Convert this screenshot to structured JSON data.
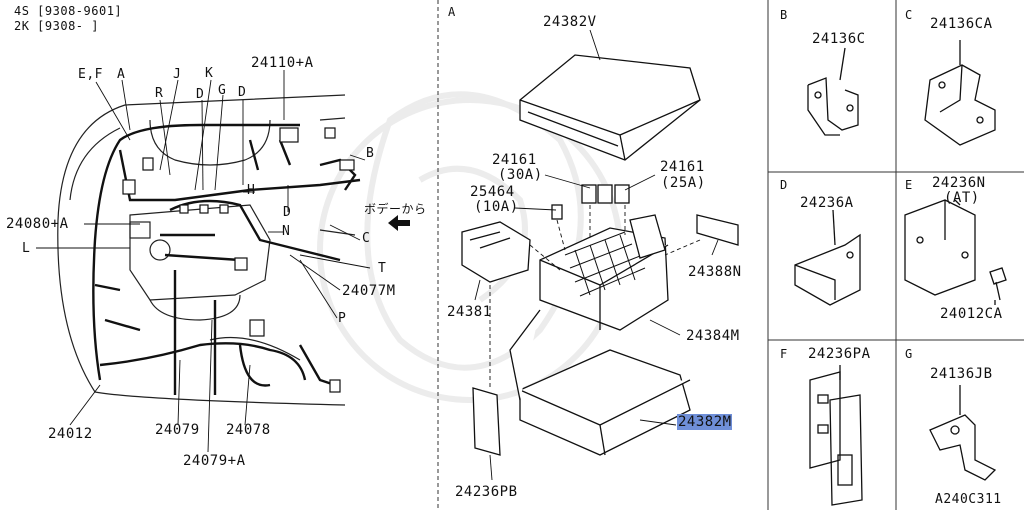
{
  "header": {
    "line1": "4S [9308-9601]",
    "line2": "2K [9308-      ]"
  },
  "overview": {
    "top_letters": [
      "E,F",
      "A",
      "J",
      "K",
      "R",
      "G",
      "D",
      "D"
    ],
    "part_24110": "24110+A",
    "part_24080": "24080+A",
    "letter_L": "L",
    "letter_H": "H",
    "letter_D_mid": "D",
    "letter_N": "N",
    "letter_B": "B",
    "letter_C": "C",
    "letter_T": "T",
    "letter_P": "P",
    "body_from": "ボデーから",
    "part_24077": "24077M",
    "part_24012": "24012",
    "part_24079": "24079",
    "part_24078": "24078",
    "part_24079A": "24079+A"
  },
  "panel_a": {
    "letter": "A",
    "cover": "24382V",
    "fuse30_num": "24161",
    "fuse30_amp": "(30A)",
    "fuse25_num": "24161",
    "fuse25_amp": "(25A)",
    "fuse10_num": "25464",
    "fuse10_amp": "(10A)",
    "bracket": "24388N",
    "connector": "24381",
    "box": "24384M",
    "highlighted": "24382M",
    "plate": "24236PB"
  },
  "panel_b": {
    "letter": "B",
    "part": "24136C"
  },
  "panel_c": {
    "letter": "C",
    "part": "24136CA"
  },
  "panel_d": {
    "letter": "D",
    "part": "24236A"
  },
  "panel_e": {
    "letter": "E",
    "part": "24236N",
    "note": "(AT)",
    "bolt": "24012CA"
  },
  "panel_f": {
    "letter": "F",
    "part": "24236PA"
  },
  "panel_g": {
    "letter": "G",
    "part": "24136JB"
  },
  "diagram_code": "A240C311",
  "colors": {
    "highlight": "#6f8fd8",
    "line": "#111111",
    "watermark": "#e8e8e8"
  }
}
